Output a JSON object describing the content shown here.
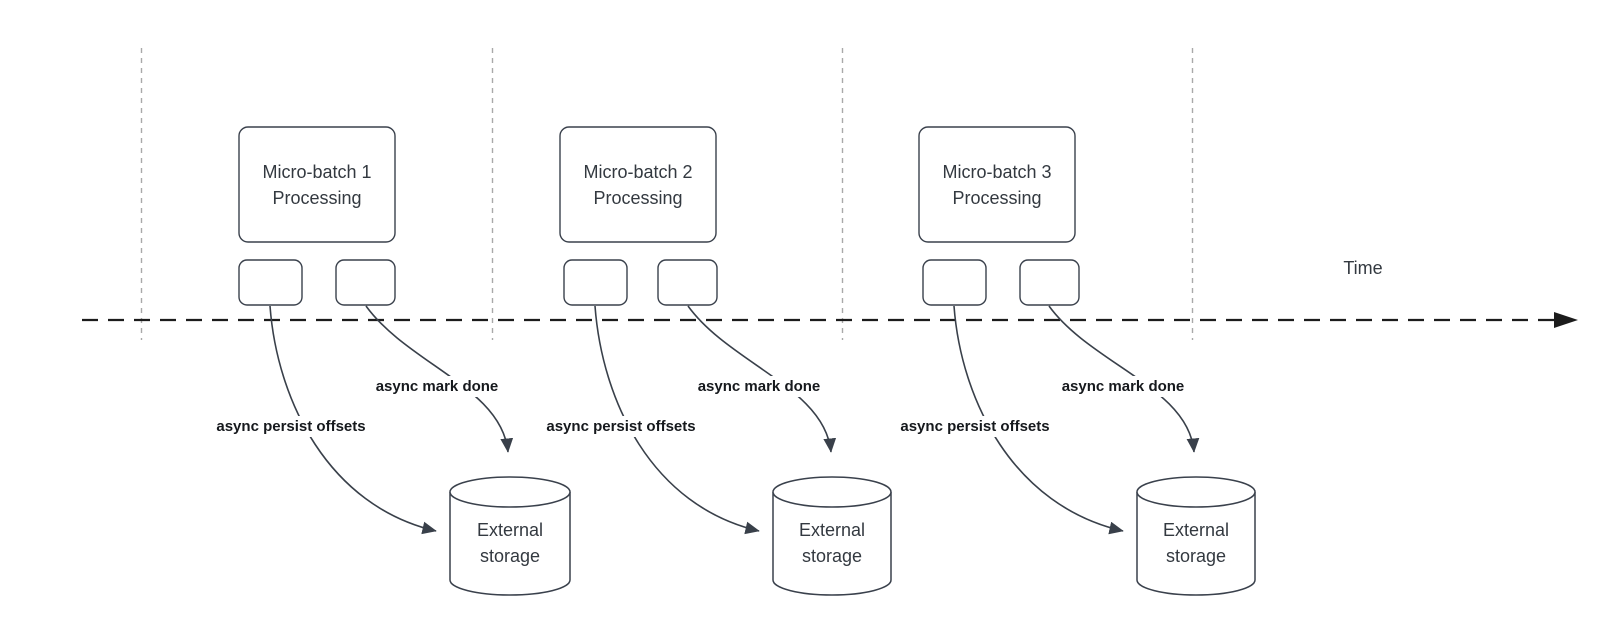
{
  "diagram": {
    "time_axis_label": "Time",
    "batches": [
      {
        "title_line1": "Micro-batch 1",
        "title_line2": "Processing",
        "offsets_arrow_label": "async persist offsets",
        "mark_done_arrow_label": "async mark done",
        "storage_line1": "External",
        "storage_line2": "storage"
      },
      {
        "title_line1": "Micro-batch 2",
        "title_line2": "Processing",
        "offsets_arrow_label": "async persist offsets",
        "mark_done_arrow_label": "async mark done",
        "storage_line1": "External",
        "storage_line2": "storage"
      },
      {
        "title_line1": "Micro-batch 3",
        "title_line2": "Processing",
        "offsets_arrow_label": "async persist offsets",
        "mark_done_arrow_label": "async mark done",
        "storage_line1": "External",
        "storage_line2": "storage"
      }
    ],
    "colors": {
      "shape_stroke": "#3a414c",
      "shape_text": "#333940",
      "grid_line": "#a9a9a9",
      "axis_line": "#1c1c1c",
      "arrow_line": "#39404a",
      "label_text": "#16191d",
      "background": "#ffffff"
    }
  }
}
